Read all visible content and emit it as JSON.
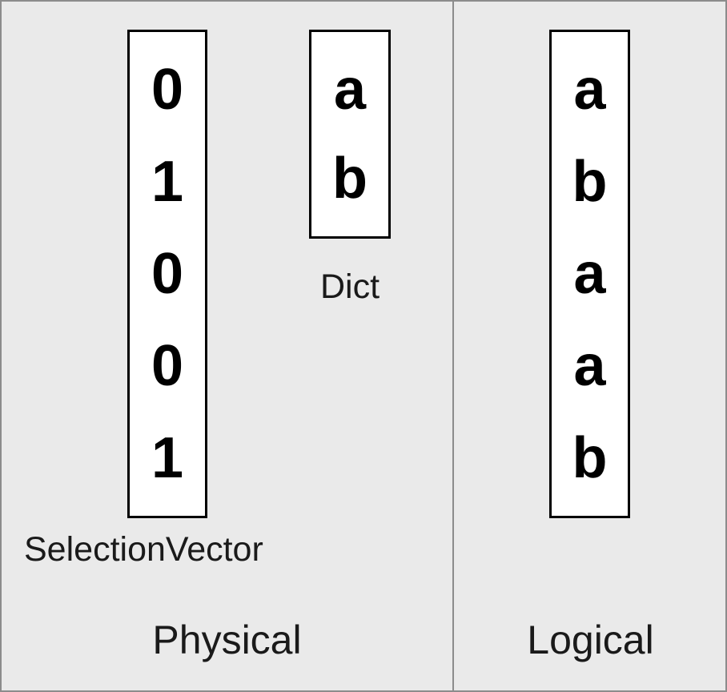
{
  "diagram": {
    "panels": [
      {
        "id": "physical",
        "caption": "Physical",
        "boxes": [
          {
            "id": "selection-vector",
            "caption": "SelectionVector",
            "values": [
              "0",
              "1",
              "0",
              "0",
              "1"
            ]
          },
          {
            "id": "dict",
            "caption": "Dict",
            "values": [
              "a",
              "b"
            ]
          }
        ]
      },
      {
        "id": "logical",
        "caption": "Logical",
        "boxes": [
          {
            "id": "logical-column",
            "caption": "",
            "values": [
              "a",
              "b",
              "a",
              "a",
              "b"
            ]
          }
        ]
      }
    ],
    "colors": {
      "background": "#eaeaea",
      "border": "#8c8c8c",
      "box_fill": "#ffffff",
      "box_border": "#000000",
      "text": "#1a1a1a"
    }
  }
}
